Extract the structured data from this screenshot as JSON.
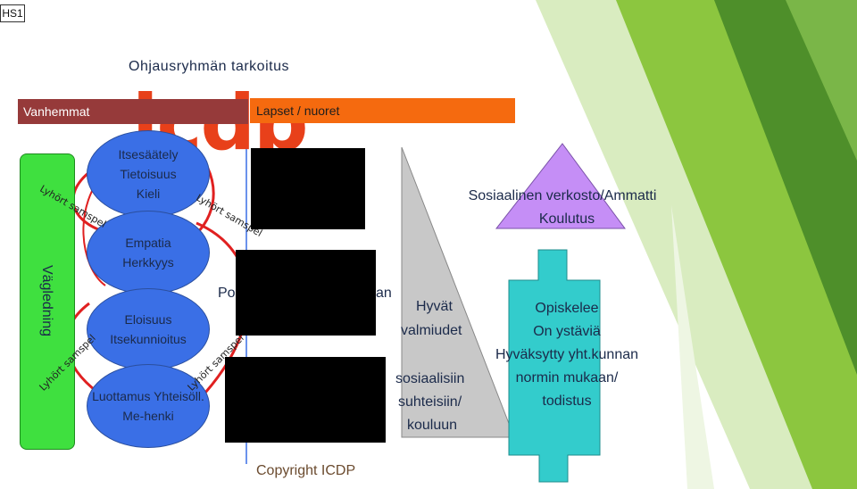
{
  "corner_tag": "HS1",
  "title": "Ohjausryhmän tarkoitus",
  "header_left": "Vanhemmat",
  "header_right": "Lapset / nuoret",
  "logo_text": "icdp",
  "vertical_label": "Vägledning",
  "ovals": [
    {
      "line1": "Itsesäätely",
      "line2": "Tietoisuus",
      "line3": "Kieli"
    },
    {
      "line1": "Empatia",
      "line2": "Herkkyys"
    },
    {
      "line1": "Eloisuus",
      "line2": "Itsekunnioitus"
    },
    {
      "line1": "Luottamus Yhteisöll.",
      "line2": "Me-henki"
    }
  ],
  "arc_label": "Lyhört samspel",
  "partial_text": {
    "left": "Po",
    "right": "an"
  },
  "triangle_text": [
    "Hyvät",
    "valmiudet",
    "sosiaalisiin",
    "suhteisiin/",
    "kouluun"
  ],
  "social_network": {
    "line1": "Sosiaalinen verkosto/Ammatti",
    "line2": "Koulutus"
  },
  "teal_box": [
    "Opiskelee",
    "On ystäviä",
    "Hyväksytty yht.kunnan",
    "normin mukaan/",
    "todistus"
  ],
  "copyright": "Copyright ICDP",
  "colors": {
    "parents_bar": "#963a3a",
    "children_bar": "#f56a0f",
    "green": "#3fe03f",
    "oval": "#3a6fe6",
    "purple": "#c58ef6",
    "teal": "#33cccc",
    "gray": "#c8c8c8"
  }
}
